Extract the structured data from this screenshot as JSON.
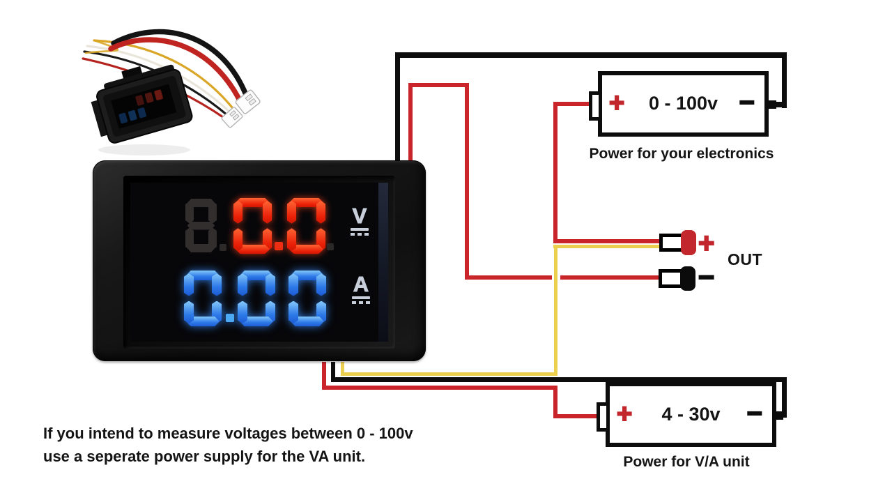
{
  "meter": {
    "voltage_ghost": "8",
    "voltage_value": "0.0",
    "voltage_unit": "V",
    "current_value": "0.00",
    "current_unit": "A"
  },
  "power_top": {
    "plus": "+",
    "range": "0 - 100v",
    "minus": "−",
    "caption": "Power for your electronics"
  },
  "output": {
    "plus": "+",
    "minus": "−",
    "label": "OUT"
  },
  "power_bottom": {
    "plus": "+",
    "range": "4 - 30v",
    "minus": "−",
    "caption": "Power for V/A unit"
  },
  "note": {
    "line1": "If you intend to measure voltages between 0 - 100v",
    "line2": "use a seperate power supply for the VA unit."
  },
  "colors": {
    "wire_red": "#c9252b",
    "wire_yellow": "#eccf4f",
    "wire_black": "#0d0d0d",
    "digit_red": "#ee3418",
    "digit_blue": "#2f8fe8",
    "terminal_red": "#c2272d",
    "label_text": "#141414"
  }
}
